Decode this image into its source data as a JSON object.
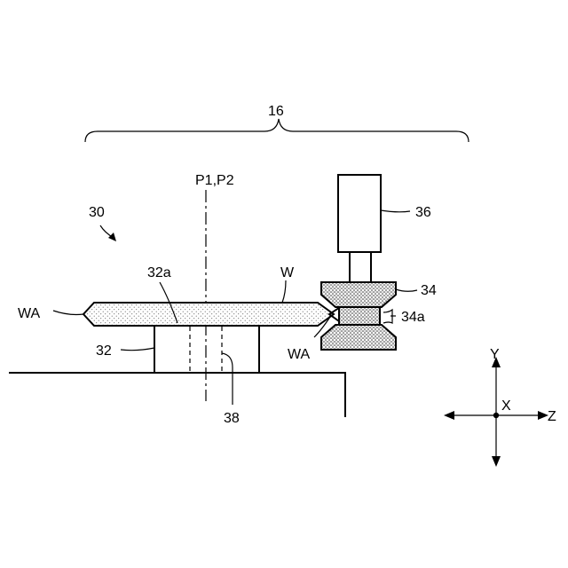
{
  "labels": {
    "assembly": "16",
    "unit": "30",
    "axis": "P1,P2",
    "motor": "36",
    "wheel": "34",
    "groove": "34a",
    "wafer": "W",
    "edge_left": "WA",
    "edge_right": "WA",
    "wafer_surface": "32a",
    "table": "32",
    "shaft": "38"
  },
  "coordinate_axes": {
    "y": "Y",
    "x": "X",
    "z": "Z"
  },
  "colors": {
    "line": "#000000",
    "background": "#ffffff"
  }
}
